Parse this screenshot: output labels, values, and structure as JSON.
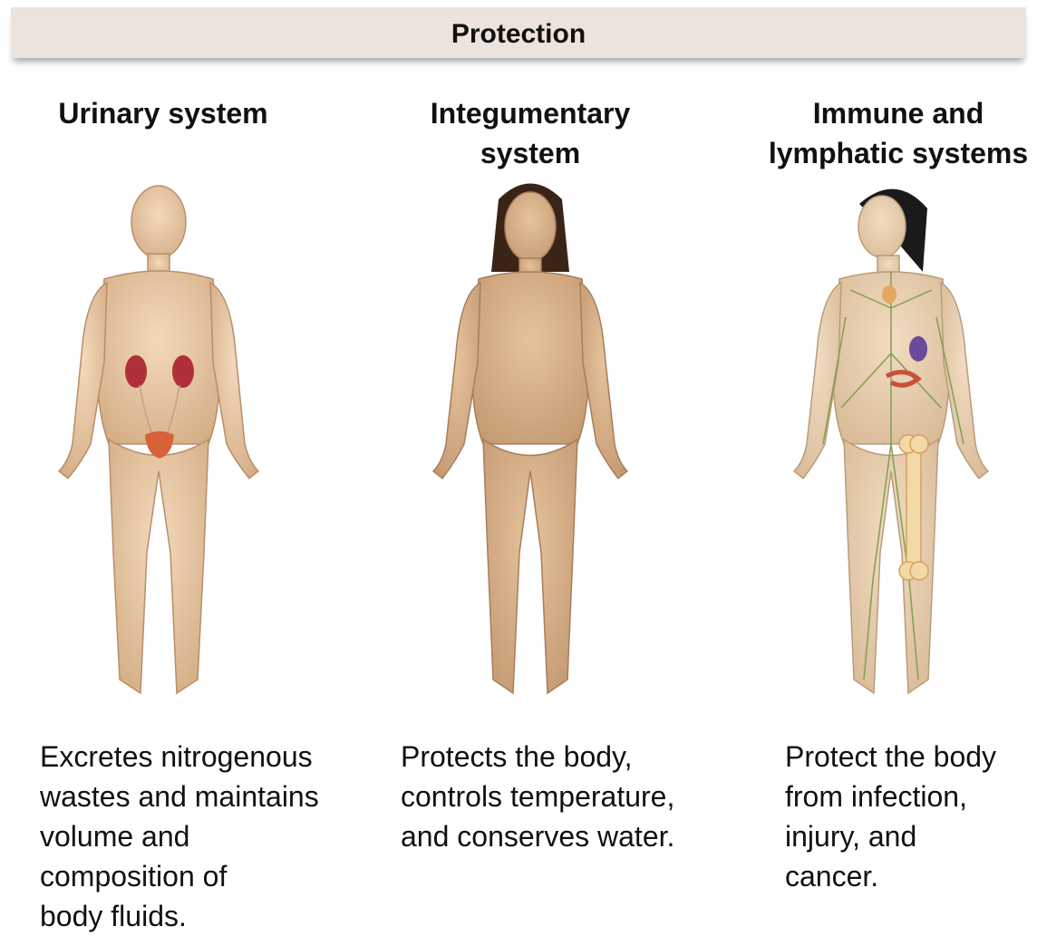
{
  "header": {
    "title": "Protection"
  },
  "columns": [
    {
      "title": "Urinary system",
      "description": "Excretes nitrogenous\nwastes and maintains\nvolume and\ncomposition of\nbody fluids.",
      "figure_icon": "human-figure-urinary"
    },
    {
      "title": "Integumentary\nsystem",
      "description": "Protects the body,\ncontrols temperature,\nand conserves water.",
      "figure_icon": "human-figure-integumentary"
    },
    {
      "title": "Immune and\nlymphatic systems",
      "description": "Protect the body\nfrom infection,\ninjury, and\ncancer.",
      "figure_icon": "human-figure-lymphatic"
    }
  ],
  "colors": {
    "banner": "#ece3dc",
    "skin": "#e8c8a4",
    "skin_shadow": "#b98e6a",
    "kidney": "#b0303a",
    "bladder": "#d8603a",
    "lymph": "#7fa050",
    "bone": "#f1d9a8"
  }
}
